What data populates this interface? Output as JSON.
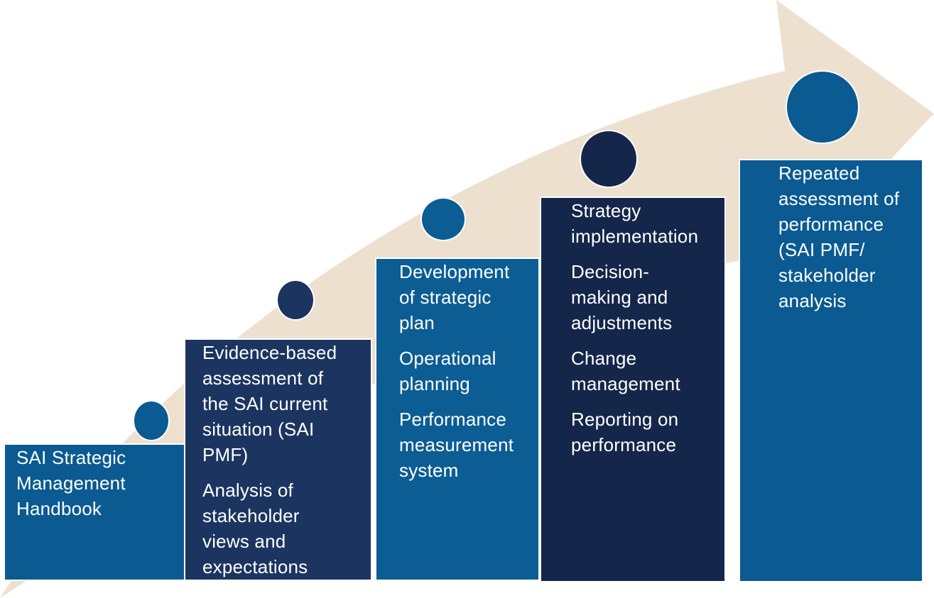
{
  "colors": {
    "arrow": "#ede0cf",
    "blue": "#0b5a92",
    "navy": "#1b3560",
    "dark_navy": "#14264a",
    "text": "#ffffff"
  },
  "steps": [
    {
      "color": "#0b5a92",
      "items": [
        "SAI Strategic\nManagement\nHandbook"
      ]
    },
    {
      "color": "#1b3560",
      "items": [
        "Evidence-based\nassessment of\nthe SAI current\nsituation (SAI\nPMF)",
        "Analysis of\nstakeholder\nviews and\nexpectations"
      ]
    },
    {
      "color": "#0c5d94",
      "items": [
        "Development\nof strategic\nplan",
        "Operational\nplanning",
        "Performance\nmeasurement\nsystem"
      ]
    },
    {
      "color": "#14264a",
      "items": [
        "Strategy\nimplementation",
        "Decision-\nmaking and\nadjustments",
        "Change\nmanagement",
        "Reporting on\nperformance"
      ]
    },
    {
      "color": "#0b5a92",
      "items": [
        "Repeated\nassessment of\nperformance\n(SAI PMF/\nstakeholder\nanalysis"
      ]
    }
  ]
}
